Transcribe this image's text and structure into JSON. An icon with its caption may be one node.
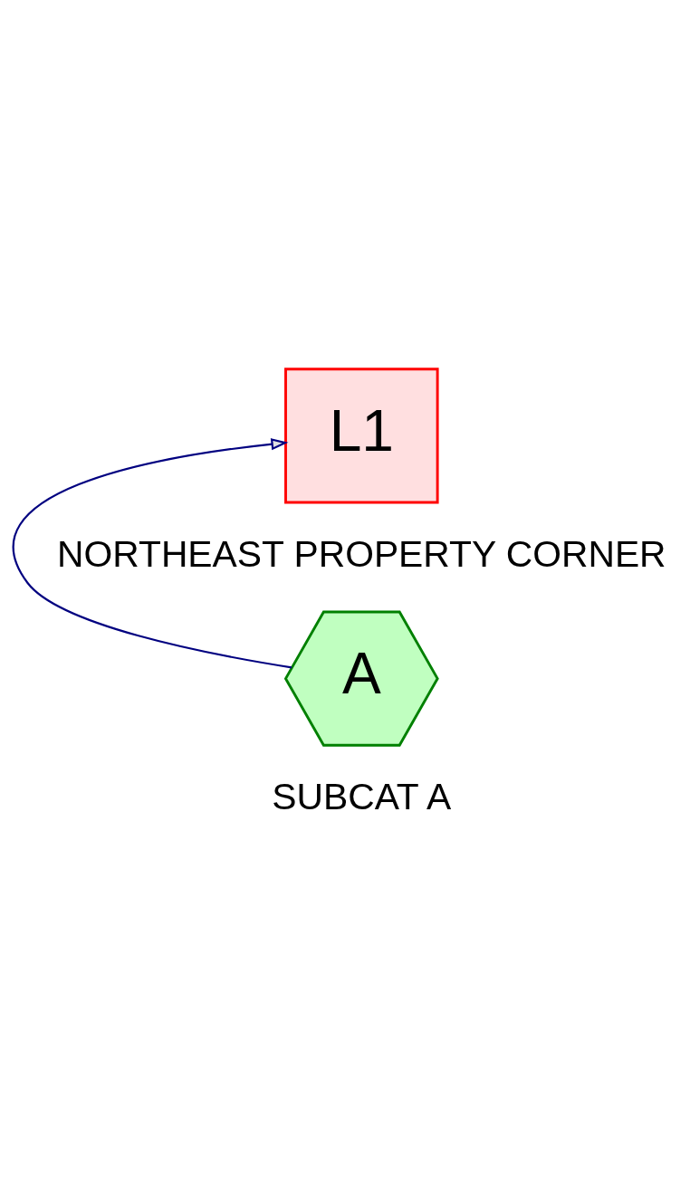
{
  "diagram": {
    "nodes": [
      {
        "text": [
          "L1"
        ],
        "beside": [
          "NORTHEAST PROPERTY CORNER"
        ]
      },
      {
        "text": [
          "A"
        ],
        "beside": [
          "SUBCAT A"
        ]
      }
    ],
    "edges": [
      {
        "from": 1,
        "to": 0,
        "arrow": "to",
        "color": "#000080"
      }
    ]
  }
}
